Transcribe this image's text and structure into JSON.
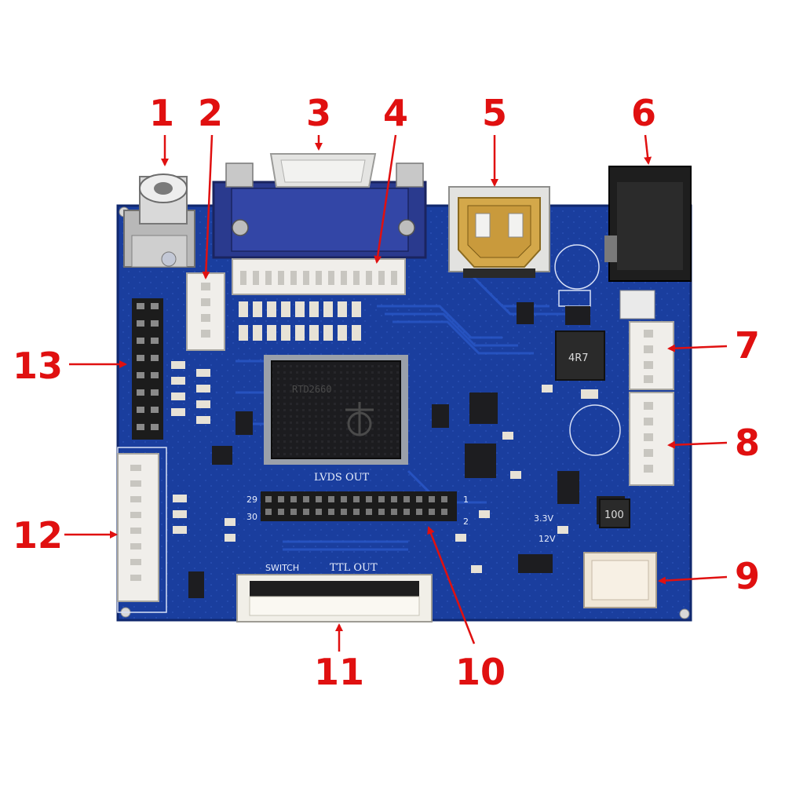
{
  "callouts": [
    {
      "id": "1",
      "label": "1"
    },
    {
      "id": "2",
      "label": "2"
    },
    {
      "id": "3",
      "label": "3"
    },
    {
      "id": "4",
      "label": "4"
    },
    {
      "id": "5",
      "label": "5"
    },
    {
      "id": "6",
      "label": "6"
    },
    {
      "id": "7",
      "label": "7"
    },
    {
      "id": "8",
      "label": "8"
    },
    {
      "id": "9",
      "label": "9"
    },
    {
      "id": "10",
      "label": "10"
    },
    {
      "id": "11",
      "label": "11"
    },
    {
      "id": "12",
      "label": "12"
    },
    {
      "id": "13",
      "label": "13"
    }
  ],
  "board": {
    "lvds_label": "LVDS OUT",
    "ttl_label": "TTL OUT",
    "switch_label": "SWITCH",
    "pin_29": "29",
    "pin_30": "30",
    "pin_1": "1",
    "pin_2": "2",
    "v33_label": "3.3V",
    "v12_label": "12V",
    "inductor1_label": "4R7",
    "inductor2_label": "100",
    "chip_marking": "RTD2660"
  },
  "colors": {
    "pcb": "#1a3e9e",
    "callout": "#e01010"
  },
  "icons": [
    "rca-jack-icon",
    "vga-connector-icon",
    "hdmi-port-icon",
    "dc-jack-icon"
  ]
}
